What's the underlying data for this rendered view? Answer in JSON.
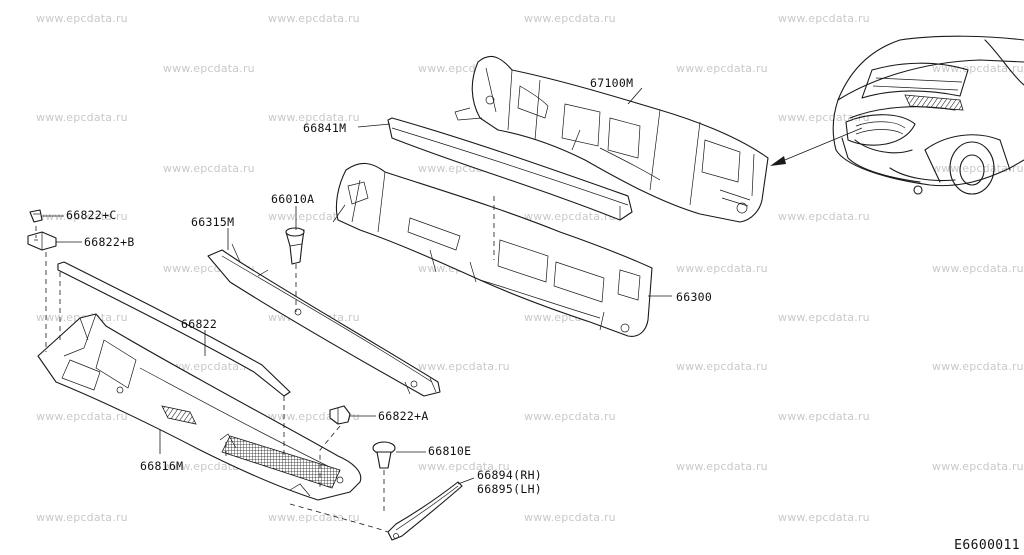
{
  "watermark": "www.epcdata.ru",
  "diagram_code": "E6600011",
  "parts": {
    "p67100m": "67100M",
    "p66841m": "66841M",
    "p66010a": "66010A",
    "p66315m": "66315M",
    "p66300": "66300",
    "p66822c": "66822+C",
    "p66822b": "66822+B",
    "p66822": "66822",
    "p66822a": "66822+A",
    "p66810e": "66810E",
    "p66816m": "66816M",
    "p66894": "66894(RH)",
    "p66895": "66895(LH)"
  }
}
